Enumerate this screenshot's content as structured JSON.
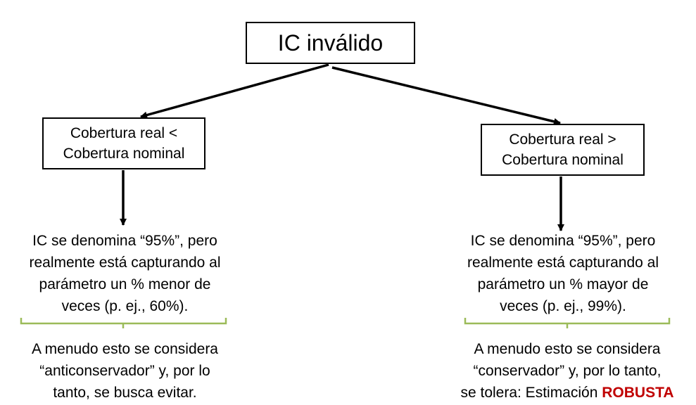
{
  "root": {
    "label": "IC inválido"
  },
  "left": {
    "box_lines": [
      "Cobertura real <",
      "Cobertura nominal"
    ],
    "desc_lines": [
      "IC se denomina “95%”, pero",
      "realmente está capturando al",
      "parámetro un % menor de",
      "veces (p. ej., 60%)."
    ],
    "note_lines": [
      "A menudo esto se considera",
      "“anticonservador” y, por lo",
      "tanto, se busca evitar."
    ]
  },
  "right": {
    "box_lines": [
      "Cobertura real >",
      "Cobertura nominal"
    ],
    "desc_lines": [
      "IC se denomina “95%”, pero",
      "realmente está capturando al",
      "parámetro un % mayor de",
      "veces (p. ej., 99%)."
    ],
    "note_lines": [
      "A menudo esto se considera",
      "“conservador” y, por lo tanto,"
    ],
    "note_last_prefix": "se tolera: Estimación ",
    "note_last_highlight": "ROBUSTA"
  },
  "colors": {
    "brace": "#9bbb59",
    "highlight": "#c00000",
    "stroke": "#000000"
  }
}
